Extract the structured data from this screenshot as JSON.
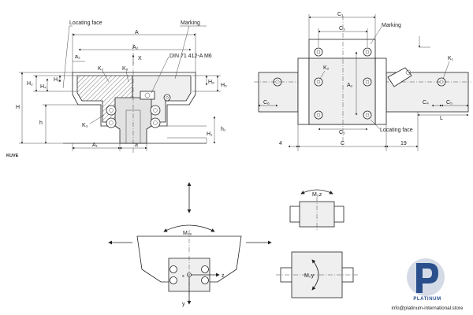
{
  "diagram": {
    "series_tag": "KUVE",
    "front_view": {
      "labels": {
        "locating_face": "Locating face",
        "marking": "Marking",
        "A": "A",
        "A2": "A₂",
        "a3": "a₃",
        "K2": "K₂",
        "K6": "K₆",
        "X": "X",
        "din": "DIN 71 412-A M6",
        "H": "H",
        "H2_left": "H₂",
        "H3": "H₃",
        "H4": "H₄",
        "H8": "H₈",
        "H5": "H₅",
        "K3": "K₃",
        "h": "h",
        "h1": "h₁",
        "H1": "H₁",
        "A1": "A₁",
        "a": "a"
      }
    },
    "top_view": {
      "labels": {
        "C1": "C₁",
        "C3": "C₃",
        "marking": "Marking",
        "K2": "K₂",
        "A2": "A₂",
        "K1": "K₁",
        "C6": "C₆",
        "C4": "C₄",
        "C5": "C₅",
        "L": "L",
        "C2": "C₂",
        "locating_face": "Locating face",
        "dim_4": "4",
        "C": "C",
        "dim_19": "19"
      }
    },
    "load_view": {
      "labels": {
        "M0x": "M₀ₓ",
        "z": "z",
        "y": "y",
        "x": "x"
      }
    },
    "side_views": {
      "labels": {
        "M0z": "M₀z",
        "M0y": "M₀y"
      }
    }
  },
  "brand": {
    "name": "PLATINUM",
    "email": "info@platinum-international.store",
    "accent": "#2a4f8c",
    "logo_icon": "platinum-logo-icon"
  }
}
